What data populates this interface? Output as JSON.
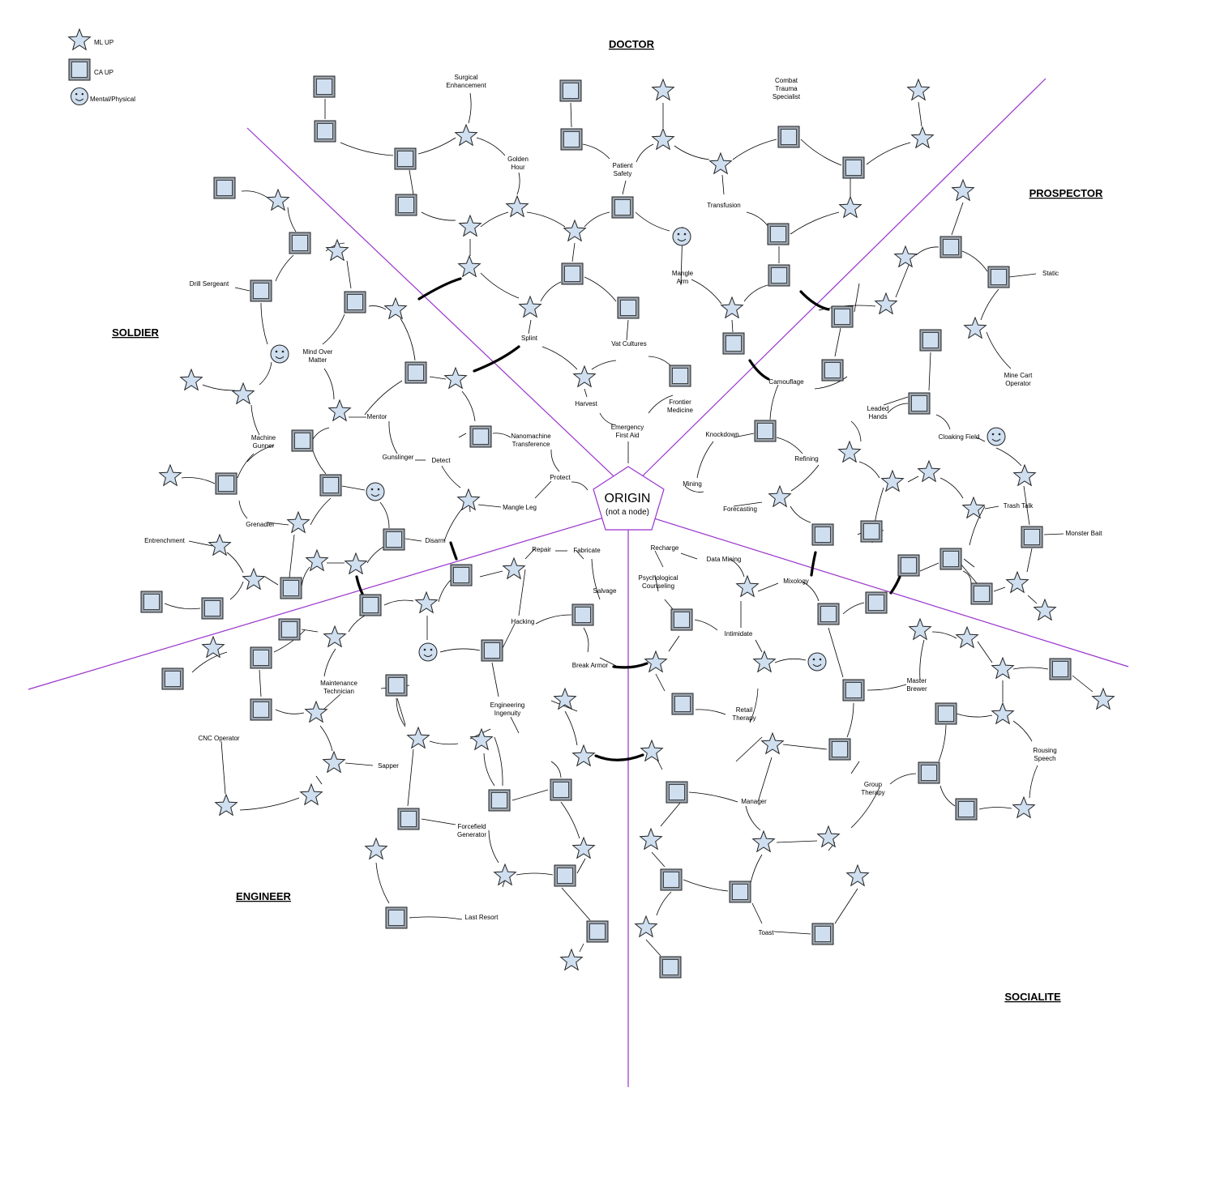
{
  "legend": {
    "star_label": "ML UP",
    "square_label": "CA UP",
    "smiley_label": "Mental/Physical"
  },
  "origin": {
    "title": "ORIGIN",
    "subtitle": "(not a node)"
  },
  "classes": {
    "doctor": "DOCTOR",
    "prospector": "PROSPECTOR",
    "soldier": "SOLDIER",
    "engineer": "ENGINEER",
    "socialite": "SOCIALITE"
  },
  "colors": {
    "node_fill": "#cfdff0",
    "divider": "#9932cc",
    "line": "#000000"
  },
  "labels": {
    "surgical_enhancement": [
      "Surgical",
      "Enhancement"
    ],
    "golden_hour": [
      "Golden",
      "Hour"
    ],
    "patient_safety": [
      "Patient",
      "Safety"
    ],
    "combat_trauma": [
      "Combat",
      "Trauma",
      "Specialist"
    ],
    "transfusion": [
      "Transfusion"
    ],
    "mangle_arm": [
      "Mangle",
      "Arm"
    ],
    "splint": [
      "Splint"
    ],
    "vat_cultures": [
      "Vat Cultures"
    ],
    "harvest": [
      "Harvest"
    ],
    "frontier_medicine": [
      "Frontier",
      "Medicine"
    ],
    "emergency_first_aid": [
      "Emergency",
      "First Aid"
    ],
    "static": [
      "Static"
    ],
    "mine_cart_operator": [
      "Mine Cart",
      "Operator"
    ],
    "camouflage": [
      "Camouflage"
    ],
    "leaded_hands": [
      "Leaded",
      "Hands"
    ],
    "cloaking_field": [
      "Cloaking Field"
    ],
    "knockdown": [
      "Knockdown"
    ],
    "refining": [
      "Refining"
    ],
    "mining": [
      "Mining"
    ],
    "forecasting": [
      "Forecasting"
    ],
    "trash_talk": [
      "Trash Talk"
    ],
    "monster_bait": [
      "Monster Bait"
    ],
    "drill_sergeant": [
      "Drill Sergeant"
    ],
    "mind_over_matter": [
      "Mind Over",
      "Matter"
    ],
    "mentor": [
      "Mentor"
    ],
    "machine_gunner": [
      "Machine",
      "Gunner"
    ],
    "gunslinger": [
      "Gunslinger"
    ],
    "detect": [
      "Detect"
    ],
    "nanomachine_transference": [
      "Nanomachine",
      "Transference"
    ],
    "protect": [
      "Protect"
    ],
    "mangle_leg": [
      "Mangle Leg"
    ],
    "grenadier": [
      "Grenadier"
    ],
    "entrenchment": [
      "Entrenchment"
    ],
    "disarm": [
      "Disarm"
    ],
    "repair": [
      "Repair"
    ],
    "fabricate": [
      "Fabricate"
    ],
    "salvage": [
      "Salvage"
    ],
    "hacking": [
      "Hacking"
    ],
    "break_armor": [
      "Break Armor"
    ],
    "maintenance_technician": [
      "Maintenance",
      "Technician"
    ],
    "engineering_ingenuity": [
      "Engineering",
      "Ingenuity"
    ],
    "cnc_operator": [
      "CNC Operator"
    ],
    "sapper": [
      "Sapper"
    ],
    "forcefield_generator": [
      "Forcefield",
      "Generator"
    ],
    "last_resort": [
      "Last Resort"
    ],
    "recharge": [
      "Recharge"
    ],
    "data_mining": [
      "Data Mining"
    ],
    "psychological_counseling": [
      "Psychological",
      "Counseling"
    ],
    "mixology": [
      "Mixology"
    ],
    "intimidate": [
      "Intimidate"
    ],
    "master_brewer": [
      "Master",
      "Brewer"
    ],
    "retail_therapy": [
      "Retail",
      "Therapy"
    ],
    "rousing_speech": [
      "Rousing",
      "Speech"
    ],
    "group_therapy": [
      "Group",
      "Therapy"
    ],
    "manager": [
      "Manager"
    ],
    "toast": [
      "Toast"
    ]
  }
}
